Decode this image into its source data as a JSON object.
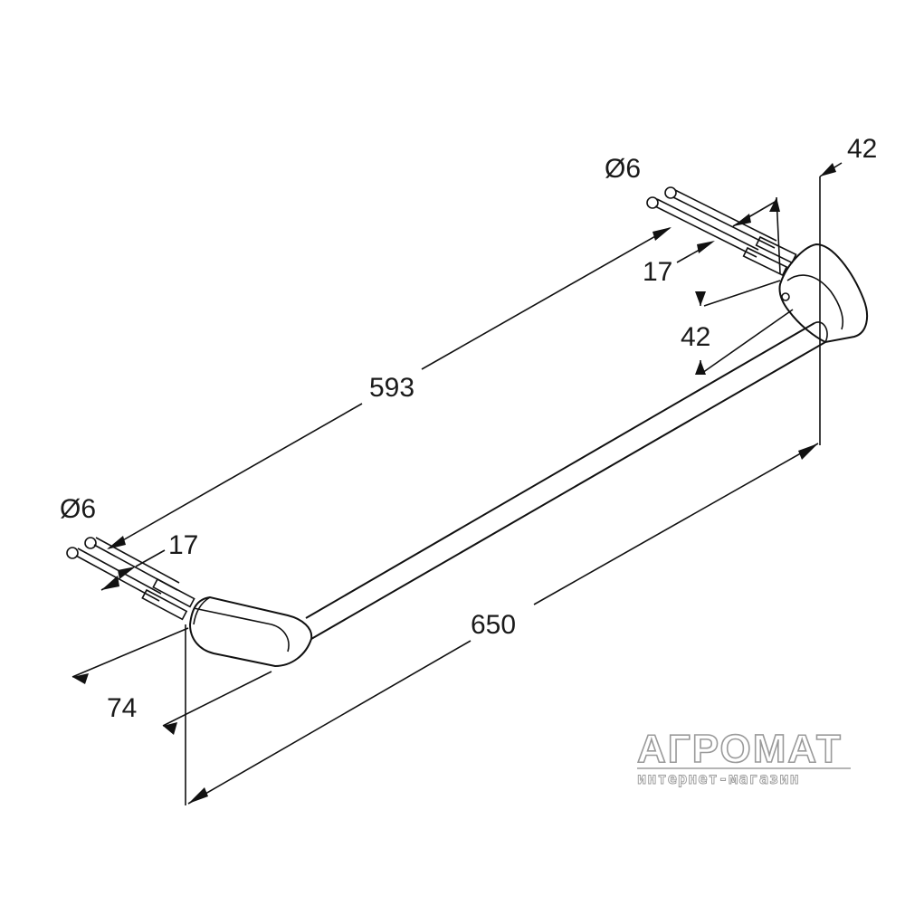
{
  "dimensions": {
    "overall_length": "650",
    "center_distance": "593",
    "depth": "74",
    "right_depth": "42",
    "right_height": "42",
    "screw_offset_left": "17",
    "screw_offset_right": "17",
    "screw_diameter_left": "Ø6",
    "screw_diameter_right": "Ø6"
  },
  "watermark": {
    "name": "АГРОМАТ",
    "tagline": "интернет-магазин"
  },
  "colors": {
    "line": "#111111",
    "background": "#ffffff",
    "watermark_outline": "#9a9a9a"
  }
}
